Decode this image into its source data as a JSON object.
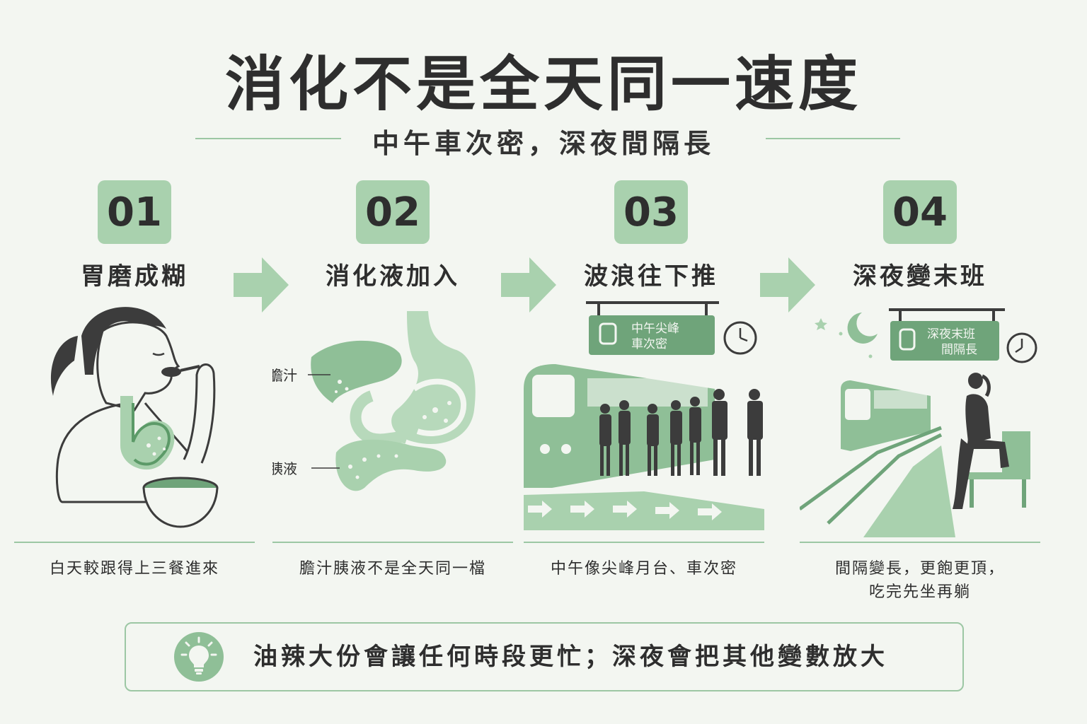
{
  "title": "消化不是全天同一速度",
  "subtitle": "中午車次密，深夜間隔長",
  "colors": {
    "accent": "#a9d1ae",
    "accent_dark": "#5c9a68",
    "dark": "#3c3c3c",
    "background": "#f3f6f1"
  },
  "steps": [
    {
      "number": "01",
      "title": "胃磨成糊",
      "caption_lines": [
        "白天較跟得上三餐進來"
      ],
      "icon": "woman-eating-stomach-icon"
    },
    {
      "number": "02",
      "title": "消化液加入",
      "caption_lines": [
        "膽汁胰液不是全天同一檔"
      ],
      "labels": {
        "bile": "膽汁",
        "pancreatic": "胰液"
      },
      "icon": "liver-stomach-pancreas-icon"
    },
    {
      "number": "03",
      "title": "波浪往下推",
      "caption_lines": [
        "中午像尖峰月台、車次密"
      ],
      "sign_lines": [
        "中午尖峰",
        "車次密"
      ],
      "icon": "crowded-train-platform-icon"
    },
    {
      "number": "04",
      "title": "深夜變末班",
      "caption_lines": [
        "間隔變長，更飽更頂，",
        "吃完先坐再躺"
      ],
      "sign_lines": [
        "深夜末班",
        "間隔長"
      ],
      "icon": "late-night-train-icon"
    }
  ],
  "tip": {
    "icon": "lightbulb-icon",
    "text": "油辣大份會讓任何時段更忙；深夜會把其他變數放大"
  }
}
